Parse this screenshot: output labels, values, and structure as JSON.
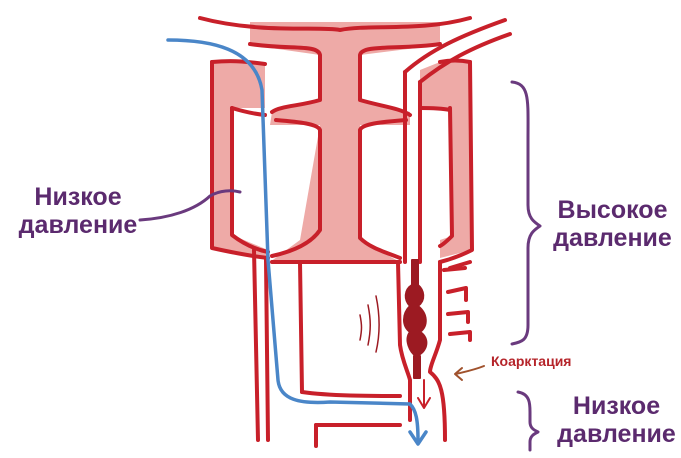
{
  "labels": {
    "low_pressure_left": [
      "Низкое",
      "давление"
    ],
    "high_pressure_right": [
      "Высокое",
      "давление"
    ],
    "low_pressure_right": [
      "Низкое",
      "давление"
    ],
    "coarctation": "Коарктация"
  },
  "colors": {
    "vessel_stroke": "#c8202a",
    "vessel_fill": "#eeaaa7",
    "blood_dark": "#9c1a22",
    "blue_flow": "#4a86c8",
    "purple_annotation": "#6a3a7e",
    "brown_arrow": "#a0522d"
  }
}
